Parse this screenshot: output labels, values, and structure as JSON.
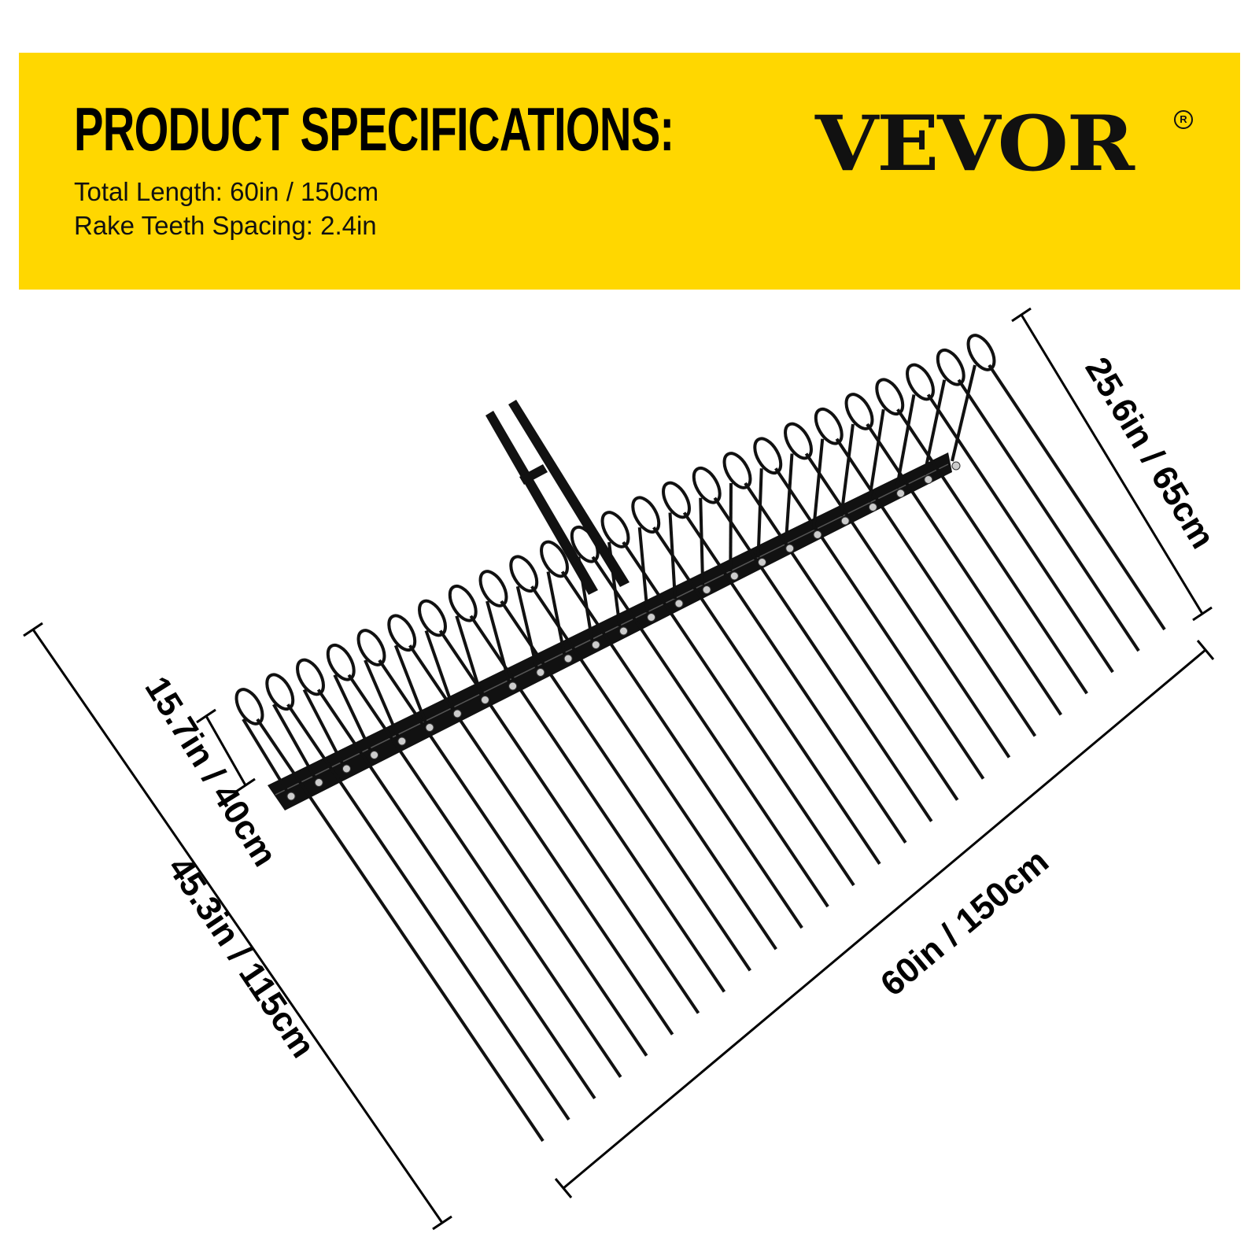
{
  "banner": {
    "title": "PRODUCT SPECIFICATIONS:",
    "specs": [
      "Total Length: 60in / 150cm",
      "Rake Teeth Spacing: 2.4in"
    ],
    "brand": "VEVOR",
    "brand_mark": "R",
    "background_color": "#FFD700"
  },
  "diagram": {
    "subject": "landscape rake with spring tines",
    "tine_count": 25,
    "dimensions": {
      "width": "25.6in / 65cm",
      "length": "60in / 150cm",
      "tine_length": "15.7in / 40cm",
      "overall_depth": "45.3in / 115cm"
    }
  }
}
